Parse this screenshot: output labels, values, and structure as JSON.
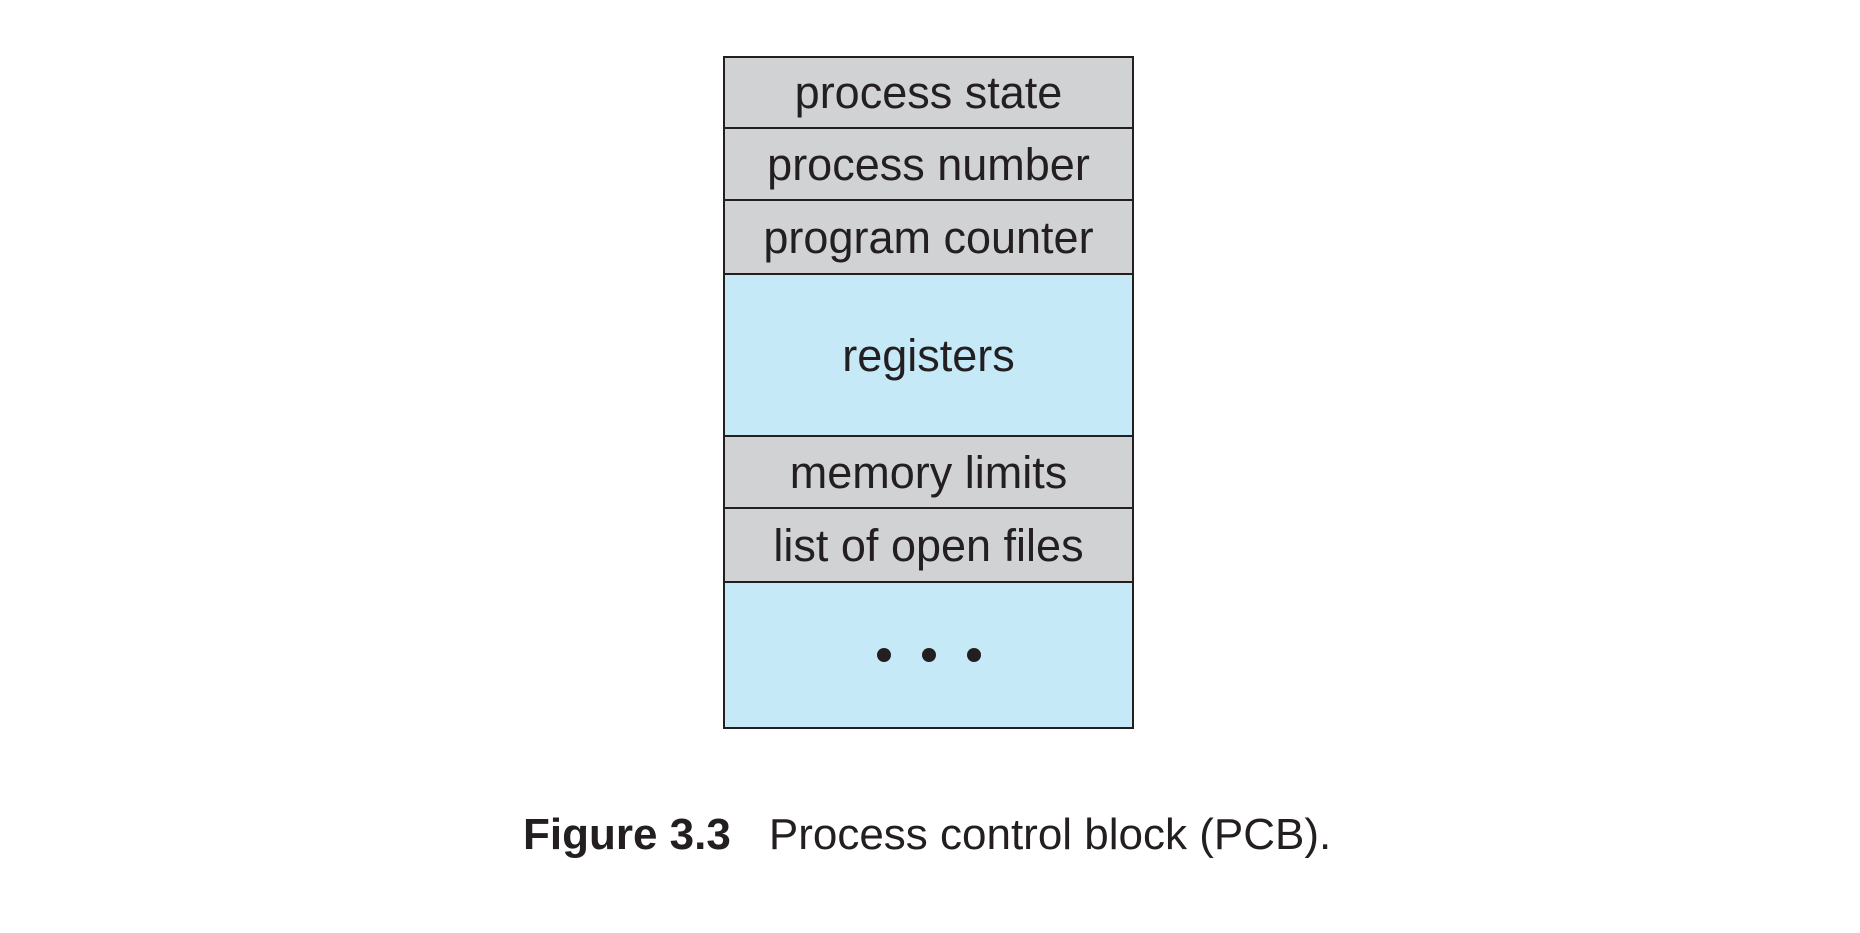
{
  "diagram": {
    "fields": [
      {
        "label": "process state",
        "fill": "#d1d2d4"
      },
      {
        "label": "process number",
        "fill": "#d1d2d4"
      },
      {
        "label": "program counter",
        "fill": "#d1d2d4"
      },
      {
        "label": "registers",
        "fill": "#c6e9f8"
      },
      {
        "label": "memory limits",
        "fill": "#d1d2d4"
      },
      {
        "label": "list of open files",
        "fill": "#d1d2d4"
      },
      {
        "label": "• • •",
        "fill": "#c6e9f8"
      }
    ]
  },
  "caption": {
    "label": "Figure 3.3",
    "text": "Process control block (PCB)."
  }
}
